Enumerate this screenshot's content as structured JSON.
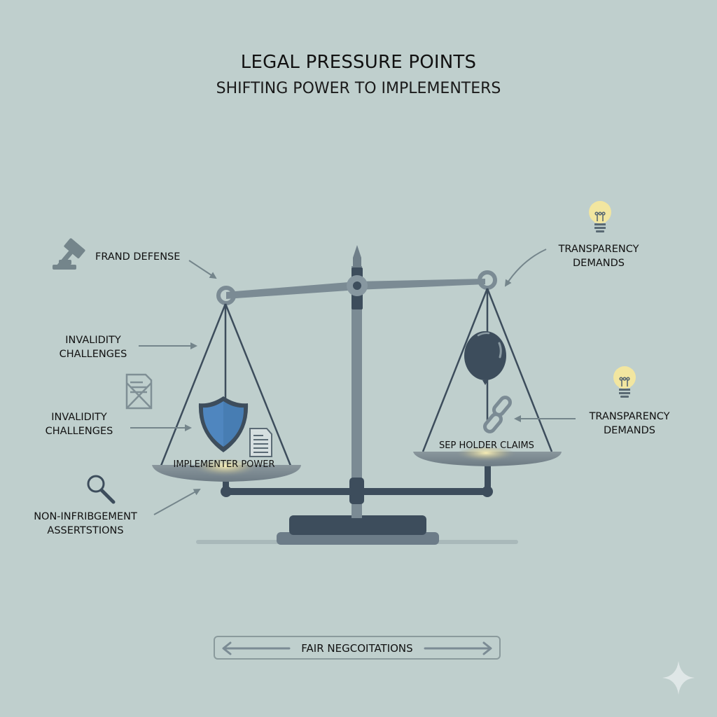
{
  "header": {
    "title": "LEGAL PRESSURE POINTS",
    "subtitle": "SHIFTING POWER TO IMPLEMENTERS"
  },
  "left_labels": [
    {
      "id": "frand",
      "text": "FRAND DEFENSE",
      "icon": "gavel-icon"
    },
    {
      "id": "invalidity-1",
      "lines": [
        "INVALIDITY",
        "CHALLENGES"
      ]
    },
    {
      "id": "invalidity-2",
      "lines": [
        "INVALIDITY",
        "CHALLENGES"
      ],
      "icon": "crossed-document-icon"
    },
    {
      "id": "non-infringement",
      "lines": [
        "NON-INFRIBGEMENT",
        "ASSERTSTIONS"
      ],
      "icon": "magnifier-icon"
    }
  ],
  "right_labels": [
    {
      "id": "transparency-1",
      "lines": [
        "TRANSPARENCY",
        "DEMANDS"
      ],
      "icon": "lightbulb-icon"
    },
    {
      "id": "transparency-2",
      "lines": [
        "TRANSPARENCY",
        "DEMANDS"
      ],
      "icon": "lightbulb-icon"
    }
  ],
  "scale": {
    "left_pan_label": "IMPLEMENTER POWER",
    "left_pan_items": [
      "shield-icon",
      "document-icon"
    ],
    "right_pan_label": "SEP HOLDER CLAIMS",
    "right_pan_items": [
      "balloon-icon",
      "broken-chain-icon"
    ]
  },
  "footer": {
    "label": "FAIR NEGCOITATIONS"
  },
  "colors": {
    "background": "#bfcfcd",
    "scale_dark": "#3d4d5c",
    "scale_mid": "#6e7e88",
    "icon_gray": "#74858b",
    "shield_blue": "#4f86bf",
    "bulb_yellow": "#f2e6a0",
    "glow": "#f4e7a8"
  }
}
